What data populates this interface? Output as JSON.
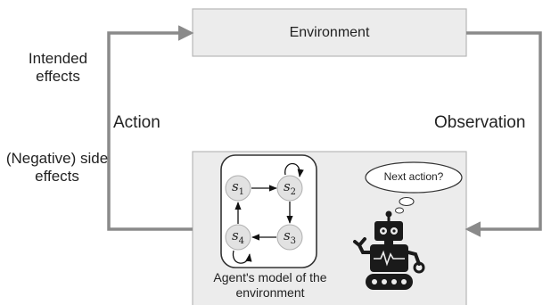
{
  "environment": {
    "label": "Environment"
  },
  "edges": {
    "action": "Action",
    "observation": "Observation",
    "intended_effects": "Intended effects",
    "negative_side_effects": "(Negative) side effects"
  },
  "agent": {
    "model_caption": "Agent's model of the environment",
    "thought": "Next action?",
    "states": [
      {
        "base": "s",
        "index": "1"
      },
      {
        "base": "s",
        "index": "2"
      },
      {
        "base": "s",
        "index": "3"
      },
      {
        "base": "s",
        "index": "4"
      }
    ]
  },
  "colors": {
    "arrow": "#8a8a8a",
    "box_fill": "#ececec",
    "box_stroke": "#b8b8b8",
    "state_fill": "#e2e2e2",
    "robot": "#1a1a1a"
  }
}
